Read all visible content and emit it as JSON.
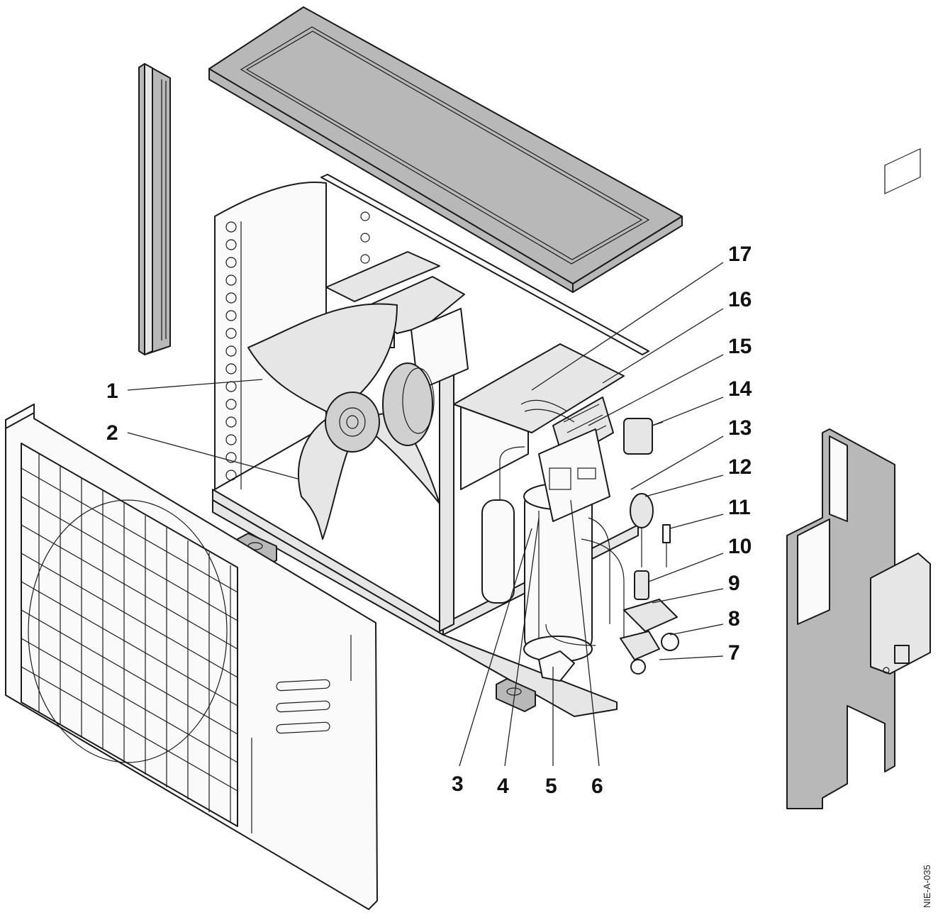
{
  "figure": {
    "code": "NIE-A-035"
  },
  "callouts": [
    {
      "id": "1",
      "text": "1"
    },
    {
      "id": "2",
      "text": "2"
    },
    {
      "id": "3",
      "text": "3"
    },
    {
      "id": "4",
      "text": "4"
    },
    {
      "id": "5",
      "text": "5"
    },
    {
      "id": "6",
      "text": "6"
    },
    {
      "id": "7",
      "text": "7"
    },
    {
      "id": "8",
      "text": "8"
    },
    {
      "id": "9",
      "text": "9"
    },
    {
      "id": "10",
      "text": "10"
    },
    {
      "id": "11",
      "text": "11"
    },
    {
      "id": "12",
      "text": "12"
    },
    {
      "id": "13",
      "text": "13"
    },
    {
      "id": "14",
      "text": "14"
    },
    {
      "id": "15",
      "text": "15"
    },
    {
      "id": "16",
      "text": "16"
    },
    {
      "id": "17",
      "text": "17"
    }
  ],
  "colors": {
    "line": "#1a1a1a",
    "panel": "#b8b8b8",
    "light_fill": "#e6e6e6",
    "background": "#ffffff"
  }
}
